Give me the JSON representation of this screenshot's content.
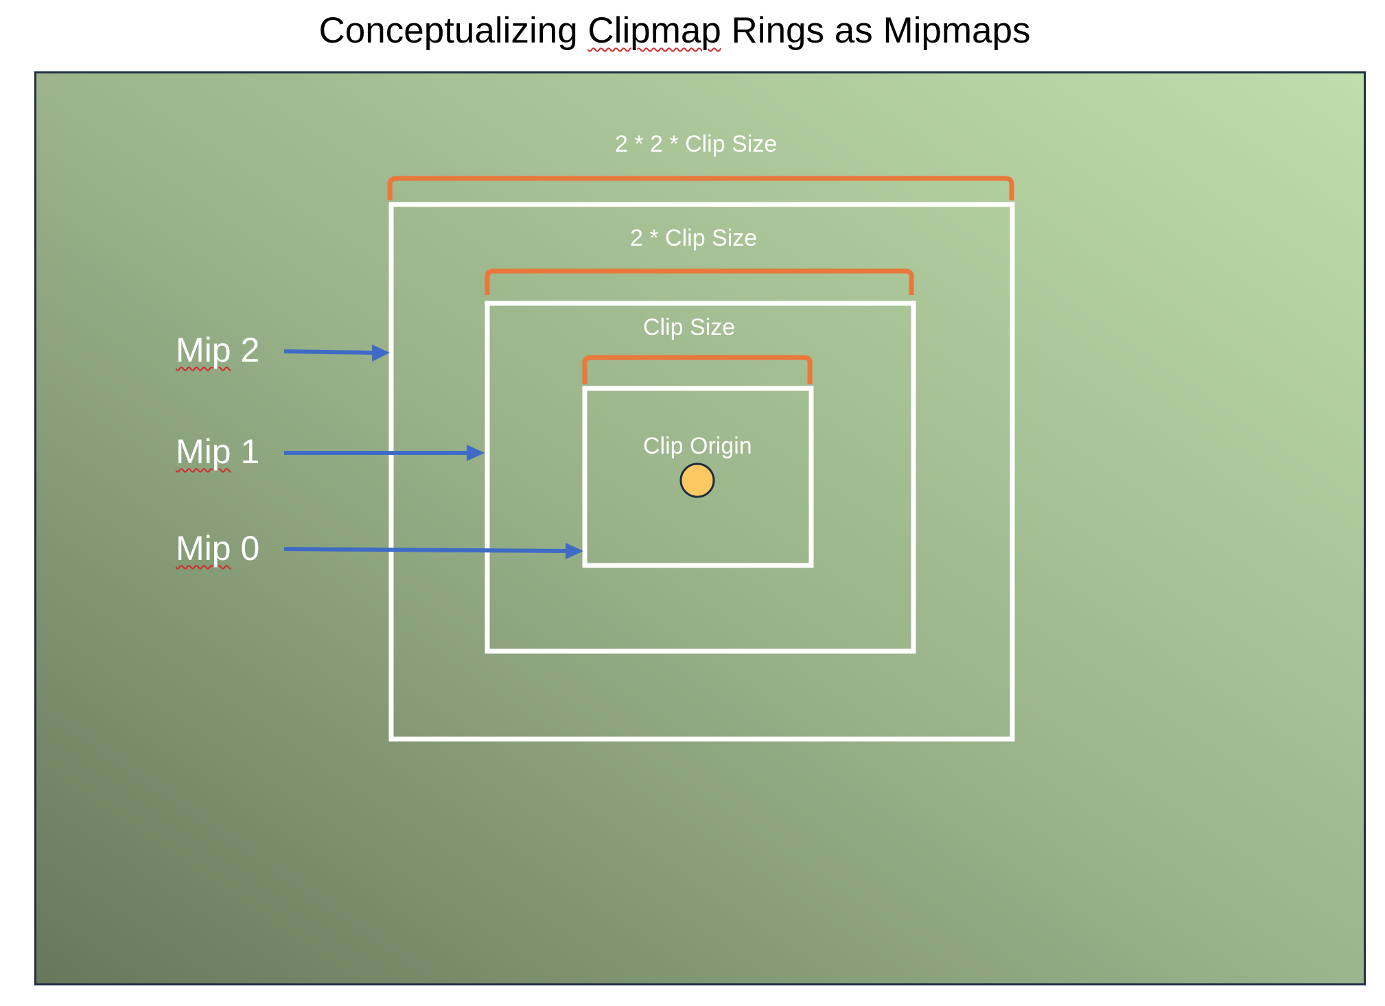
{
  "title": {
    "prefix": "Conceptualizing ",
    "underlined": "Clipmap",
    "suffix": " Rings as Mipmaps"
  },
  "labels": {
    "outer_size": "2 * 2 * Clip Size",
    "middle_size": "2 * Clip Size",
    "inner_size": "Clip Size",
    "origin": "Clip Origin"
  },
  "mips": [
    {
      "word": "Mip",
      "level": " 2"
    },
    {
      "word": "Mip",
      "level": " 1"
    },
    {
      "word": "Mip",
      "level": " 0"
    }
  ],
  "colors": {
    "ring": "#ffffff",
    "bracket": "#e9783a",
    "arrow": "#3f6bc6",
    "origin_fill": "#fbc862",
    "origin_stroke": "#1e2a40"
  }
}
